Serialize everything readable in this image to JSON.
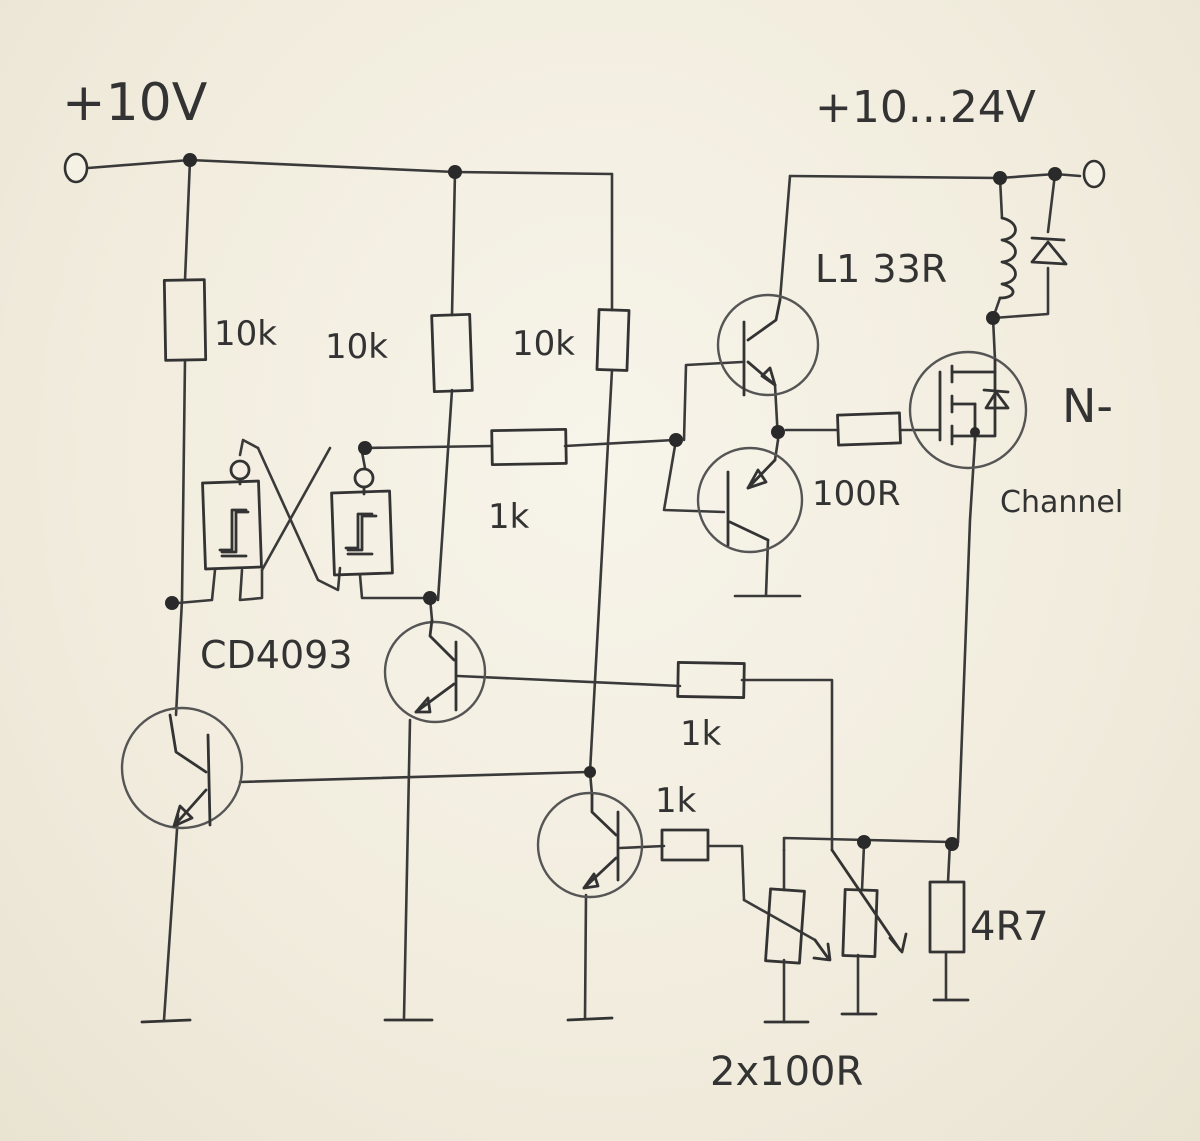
{
  "labels": {
    "supply_left": "+10V",
    "supply_right": "+10...24V",
    "r1": "10k",
    "r2": "10k",
    "r3": "10k",
    "r_base_driver": "1k",
    "r_base_q4": "1k",
    "r_base_q5": "1k",
    "r_gate": "100R",
    "inductor": "L1 33R",
    "mosfet_line1": "N-",
    "mosfet_line2": "Channel",
    "ic": "CD4093",
    "r_sense": "4R7",
    "r_pots": "2x100R"
  }
}
